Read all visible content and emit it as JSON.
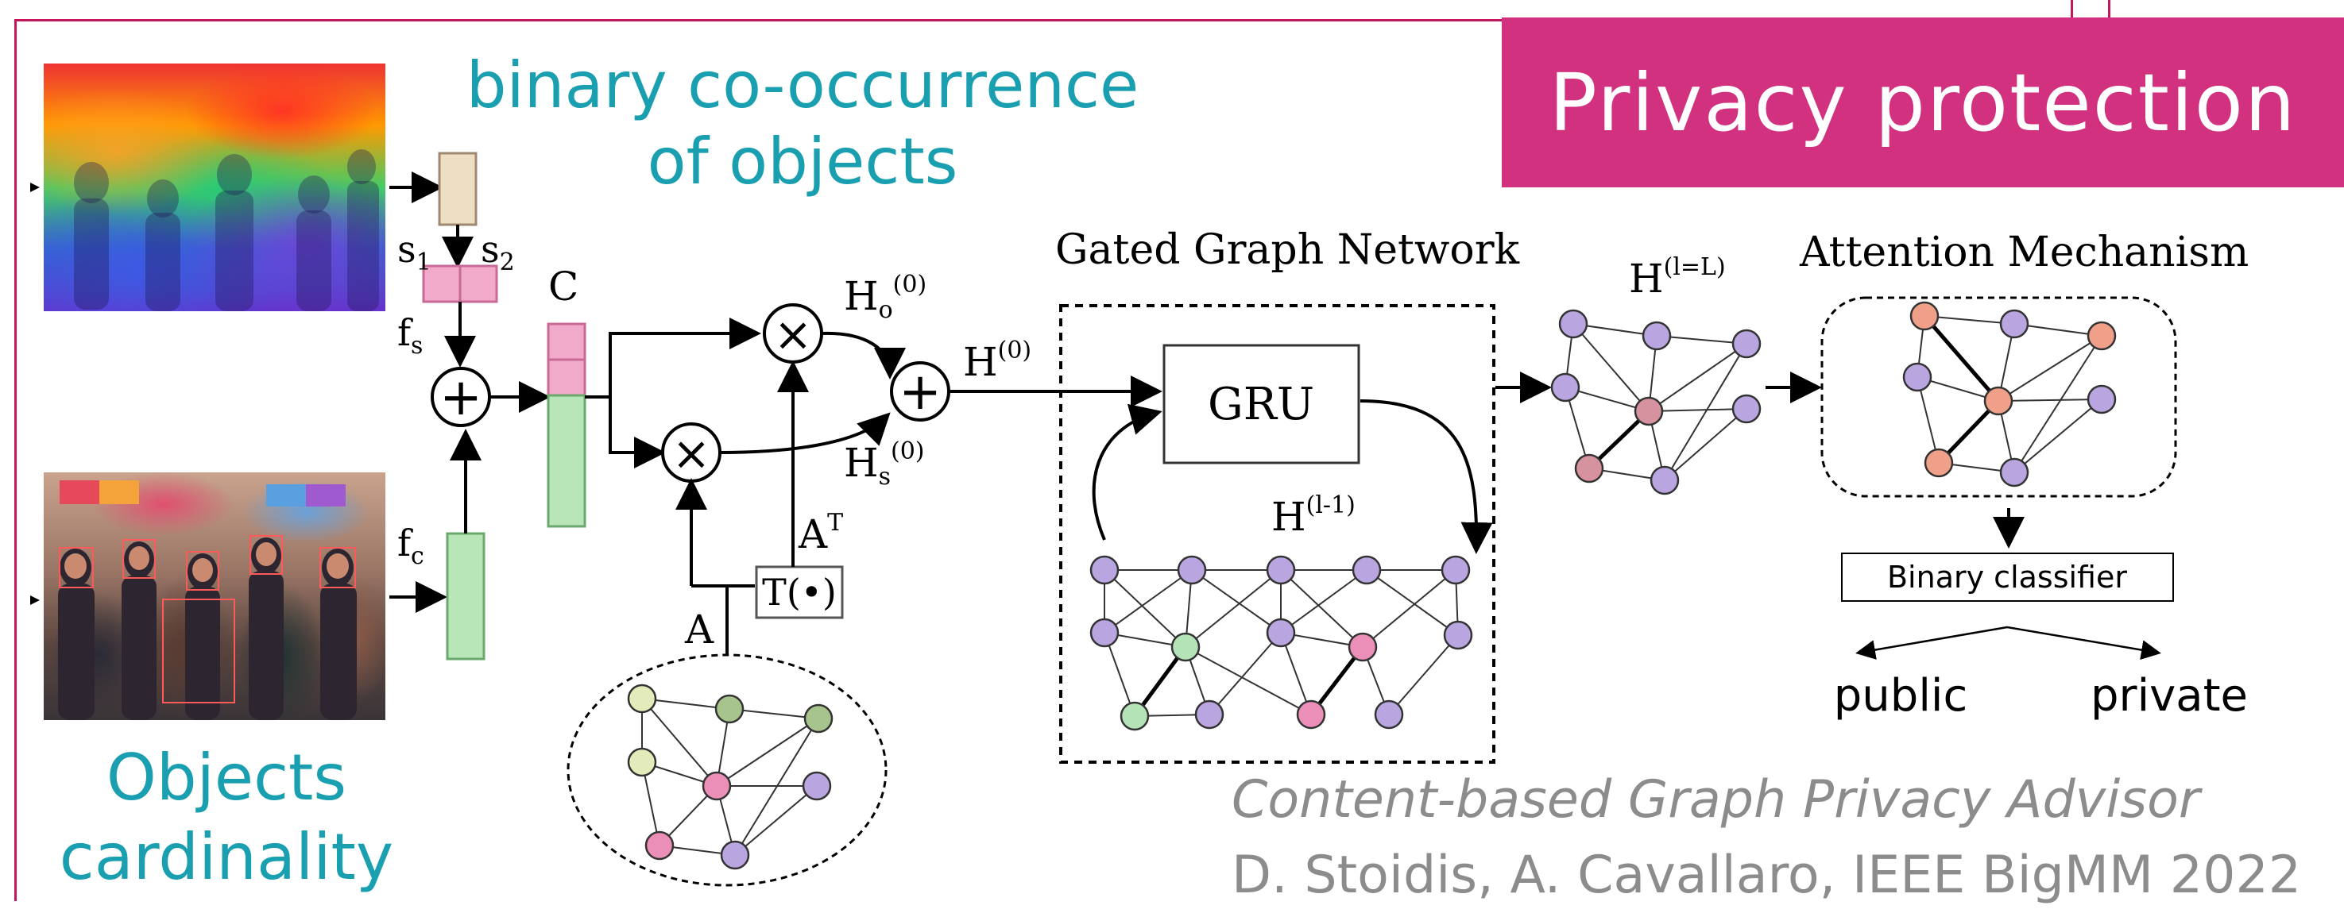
{
  "banner": {
    "title": "Privacy protection"
  },
  "captions": {
    "cooccurrence_line1": "binary co-occurrence",
    "cooccurrence_line2": "of objects",
    "cardinality_line1": "Objects",
    "cardinality_line2": "cardinality"
  },
  "diagram": {
    "s1": "s",
    "s1_sub": "1",
    "s2": "s",
    "s2_sub": "2",
    "fs": "f",
    "fs_sub": "s",
    "fc": "f",
    "fc_sub": "c",
    "C": "C",
    "Ho": "H",
    "Ho_sub": "o",
    "Ho_sup": "(0)",
    "Hs": "H",
    "Hs_sub": "s",
    "Hs_sup": "(0)",
    "H0": "H",
    "H0_sup": "(0)",
    "AT": "A",
    "AT_sup": "T",
    "A": "A",
    "T": "T(•)",
    "ggn_title": "Gated Graph Network",
    "gru": "GRU",
    "Hl1": "H",
    "Hl1_sup": "(l-1)",
    "HlL": "H",
    "HlL_sup": "(l=L)",
    "attention_title": "Attention Mechanism",
    "classifier": "Binary classifier",
    "public": "public",
    "private": "private",
    "plus_symbol": "+",
    "times_symbol": "×"
  },
  "citation": {
    "title": "Content-based Graph Privacy Advisor",
    "authors": "D. Stoidis, A. Cavallaro, IEEE BigMM  2022"
  },
  "colors": {
    "banner": "#d1317e",
    "caption": "#1a9fb0",
    "citation": "#8c8c8c",
    "node_purple": "#b9a6e0",
    "node_green": "#b5e3b8",
    "node_pink": "#ec8fb8",
    "node_salmon": "#f0a088",
    "node_olive": "#a8c48d",
    "node_cream": "#e3ebbb",
    "vec_tan": "#eedec4",
    "vec_pink": "#f2aacb",
    "vec_green": "#b8e6b9"
  }
}
